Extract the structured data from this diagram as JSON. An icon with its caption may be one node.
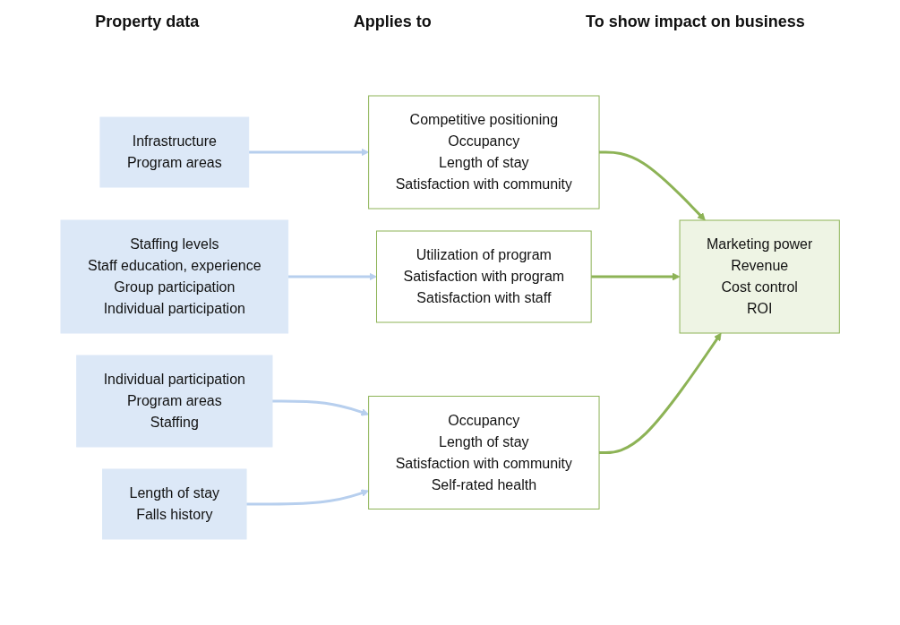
{
  "diagram": {
    "nodes": [
      {
        "text": [
          "Infrastructure",
          "Program areas"
        ]
      },
      {
        "text": [
          "Staffing levels",
          "Staff education, experience",
          "Group participation",
          "Individual participation"
        ]
      },
      {
        "text": [
          "Individual participation",
          "Program areas",
          "Staffing"
        ]
      },
      {
        "text": [
          "Length of stay",
          "Falls history"
        ]
      },
      {
        "text": [
          "Competitive positioning",
          "Occupancy",
          "Length of stay",
          "Satisfaction with community"
        ]
      },
      {
        "text": [
          "Utilization of program",
          "Satisfaction with program",
          "Satisfaction with staff"
        ]
      },
      {
        "text": [
          "Occupancy",
          "Length of stay",
          "Satisfaction with community",
          "Self-rated health"
        ]
      },
      {
        "text": [
          "Marketing power",
          "Revenue",
          "Cost control",
          "ROI"
        ]
      }
    ],
    "edges": [
      {
        "from": 0,
        "to": 4,
        "arrow": "to"
      },
      {
        "from": 1,
        "to": 5,
        "arrow": "to"
      },
      {
        "from": 2,
        "to": 6,
        "arrow": "to"
      },
      {
        "from": 3,
        "to": 6,
        "arrow": "to"
      },
      {
        "from": 4,
        "to": 7,
        "arrow": "to",
        "color": "#8db356"
      },
      {
        "from": 5,
        "to": 7,
        "arrow": "to",
        "color": "#8db356"
      },
      {
        "from": 6,
        "to": 7,
        "arrow": "to",
        "color": "#8db356"
      }
    ],
    "labels": [
      "Property data",
      "Applies to",
      "To show impact on business"
    ]
  }
}
